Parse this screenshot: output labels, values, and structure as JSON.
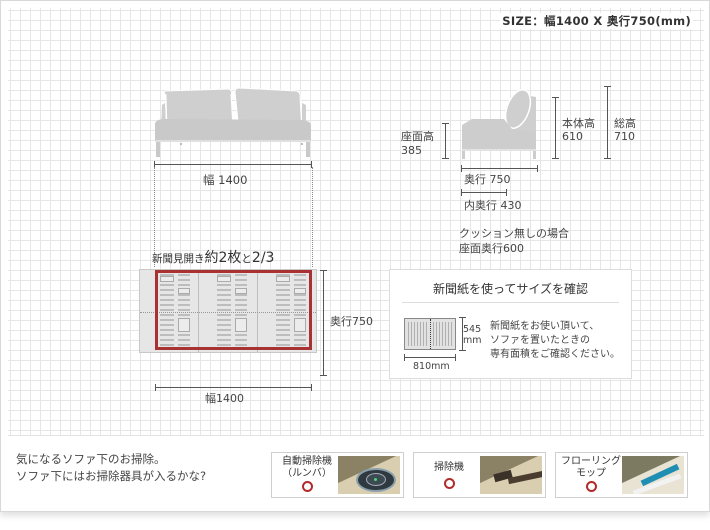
{
  "header": {
    "size_title": "SIZE：幅1400 X 奥行750(mm)"
  },
  "front_view": {
    "width_label": "幅 1400"
  },
  "side_view": {
    "seat_height_label": "座面高",
    "seat_height_value": "385",
    "body_height_label": "本体高",
    "body_height_value": "610",
    "total_height_label": "総高",
    "total_height_value": "710",
    "depth_label": "奥行 750",
    "inner_depth_label": "内奥行 430",
    "note_line1": "クッション無しの場合",
    "note_line2": "座面奥行600"
  },
  "newspaper_view": {
    "caption_small": "新聞見開き",
    "caption_large": "約2枚",
    "caption_small2": "と",
    "caption_fraction": "2/3",
    "depth_label": "奥行750",
    "width_label": "幅1400",
    "highlight_color": "#a83232"
  },
  "info_box": {
    "title": "新聞紙を使ってサイズを確認",
    "paper_height": "545",
    "paper_height_unit": "mm",
    "paper_width": "810mm",
    "desc_line1": "新聞紙をお使い頂いて、",
    "desc_line2": "ソファを置いたときの",
    "desc_line3": "専有面積をご確認ください。"
  },
  "footer": {
    "question_line1": "気になるソファ下のお掃除。",
    "question_line2": "ソファ下にはお掃除器具が入るかな?",
    "cards": [
      {
        "label_line1": "自動掃除機",
        "label_line2": "（ルンバ）",
        "result": "○",
        "image": "robot-vacuum-photo"
      },
      {
        "label_line1": "掃除機",
        "label_line2": "",
        "result": "○",
        "image": "vacuum-cleaner-photo"
      },
      {
        "label_line1": "フローリング",
        "label_line2": "モップ",
        "result": "○",
        "image": "floor-mop-photo"
      }
    ],
    "ok_color": "#b22a2a"
  }
}
